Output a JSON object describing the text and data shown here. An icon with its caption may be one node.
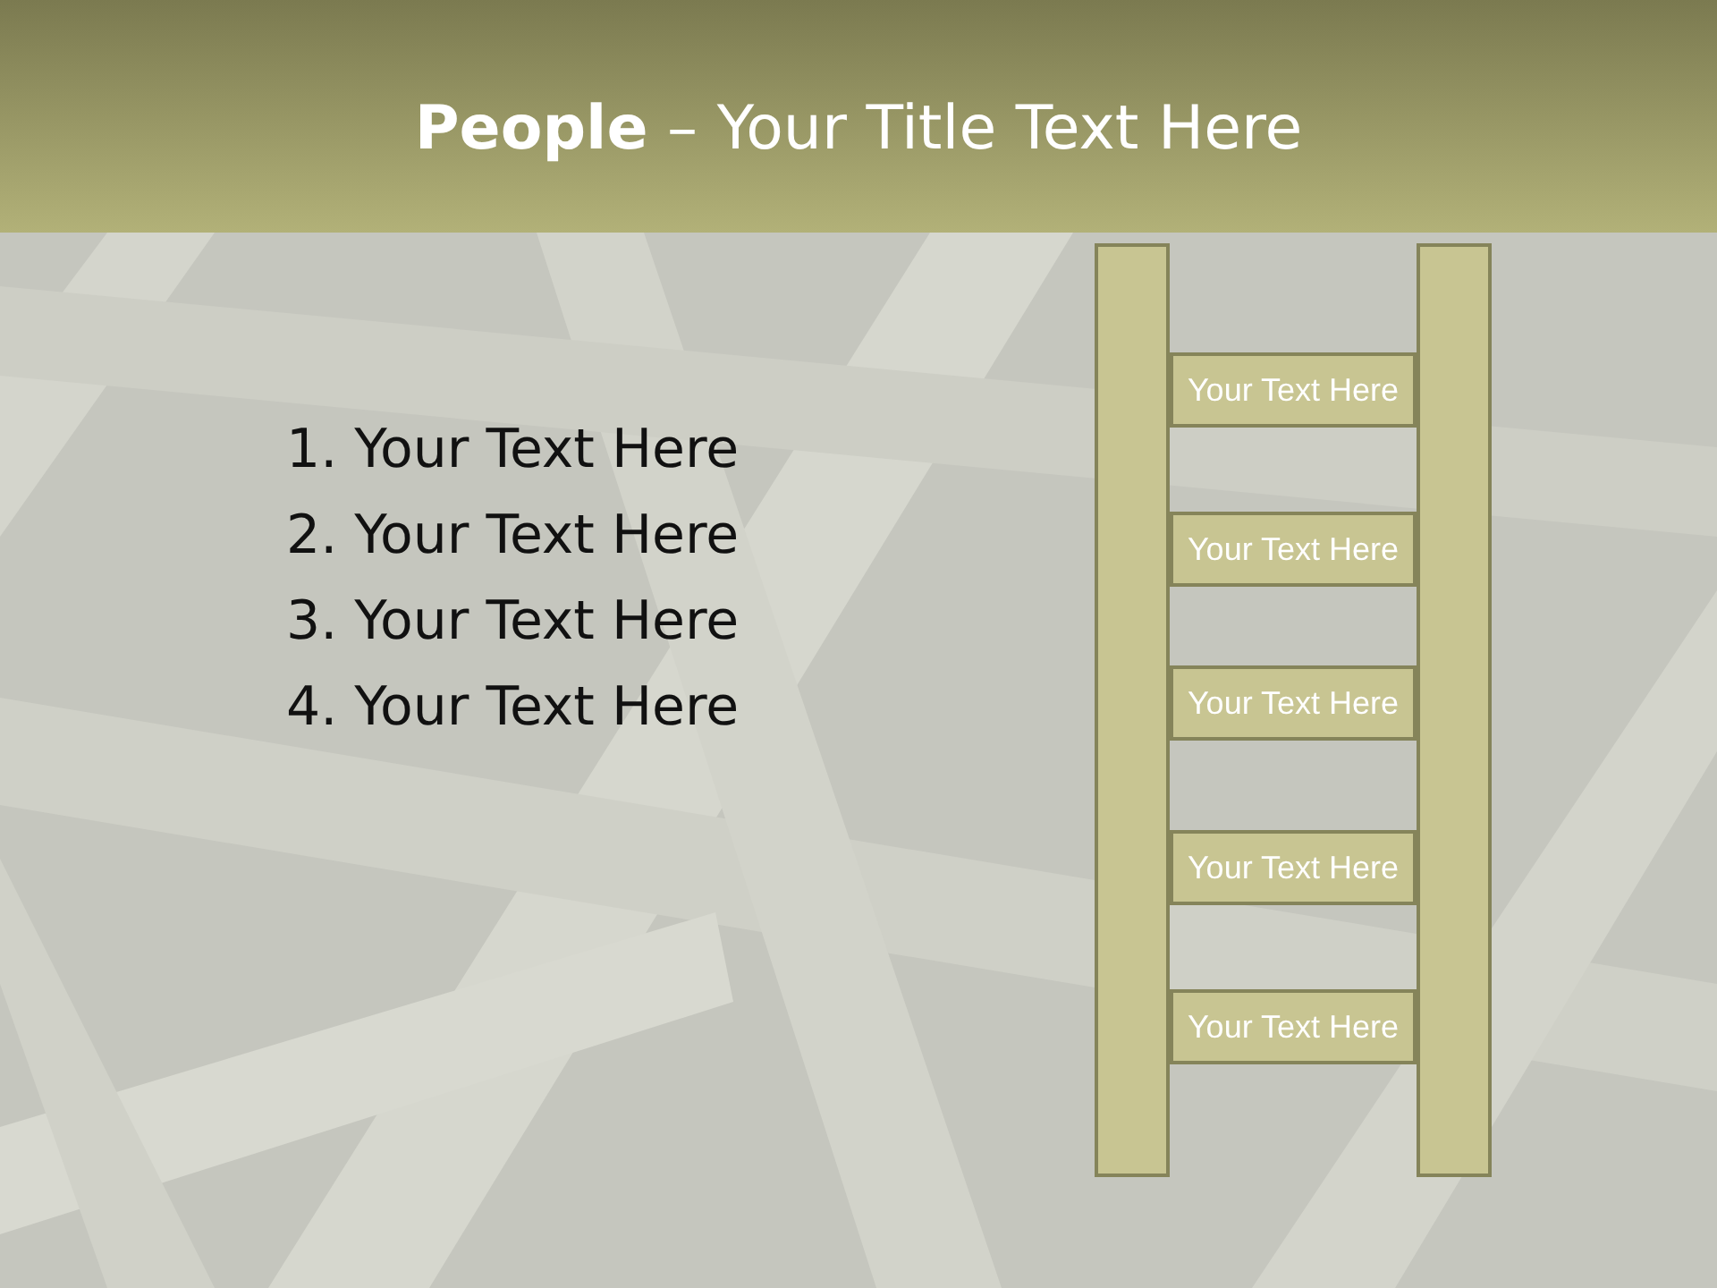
{
  "diagram": {
    "title": "**People** – Your Title Text Here",
    "nodes": [
      {
        "text": [],
        "shape": "bar"
      },
      {
        "text": [],
        "shape": "bar"
      },
      {
        "text": [
          "Your Text Here"
        ]
      },
      {
        "text": [
          "Your Text Here"
        ]
      },
      {
        "text": [
          "Your Text Here"
        ]
      },
      {
        "text": [
          "Your Text Here"
        ]
      },
      {
        "text": [
          "Your Text Here"
        ]
      }
    ],
    "labels": [
      "1. Your Text Here",
      "2. Your Text Here",
      "3. Your Text Here",
      "4. Your Text Here"
    ]
  }
}
